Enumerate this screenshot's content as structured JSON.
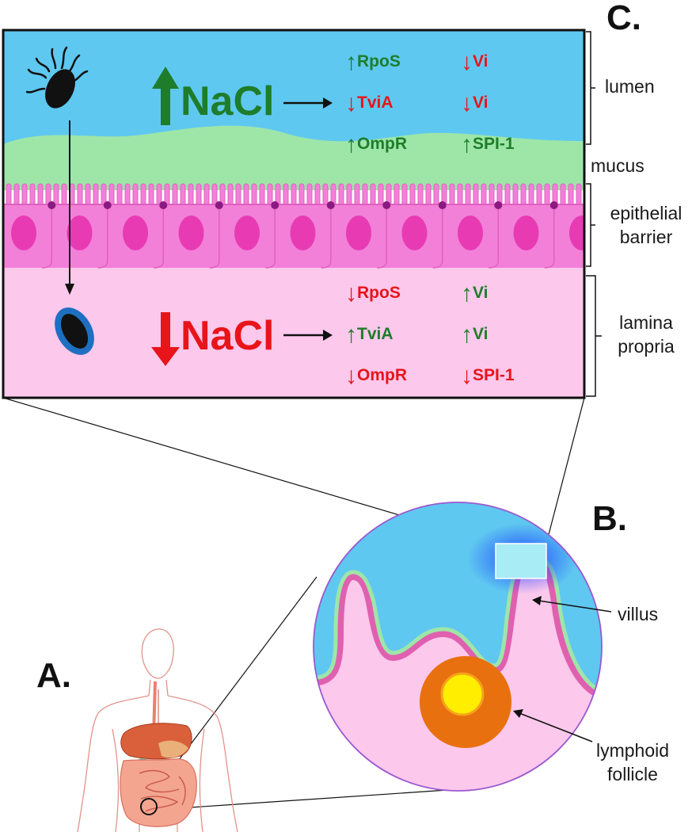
{
  "panels": {
    "a": "A.",
    "b": "B.",
    "c": "C."
  },
  "regions": {
    "lumen": "lumen",
    "mucus": "mucus",
    "epithelial_line1": "epithelial",
    "epithelial_line2": "barrier",
    "lamina_line1": "lamina",
    "lamina_line2": "propria"
  },
  "callouts": {
    "villus": "villus",
    "follicle_line1": "lymphoid",
    "follicle_line2": "follicle"
  },
  "high_salt": {
    "label": "NaCl",
    "direction": "up",
    "genes_left": [
      {
        "name": "RpoS",
        "direction": "up"
      },
      {
        "name": "TviA",
        "direction": "down"
      },
      {
        "name": "OmpR",
        "direction": "up"
      }
    ],
    "genes_right": [
      {
        "name": "Vi",
        "direction": "down"
      },
      {
        "name": "Vi",
        "direction": "down"
      },
      {
        "name": "SPI-1",
        "direction": "up"
      }
    ]
  },
  "low_salt": {
    "label": "NaCl",
    "direction": "down",
    "genes_left": [
      {
        "name": "RpoS",
        "direction": "down"
      },
      {
        "name": "TviA",
        "direction": "up"
      },
      {
        "name": "OmpR",
        "direction": "down"
      }
    ],
    "genes_right": [
      {
        "name": "Vi",
        "direction": "up"
      },
      {
        "name": "Vi",
        "direction": "up"
      },
      {
        "name": "SPI-1",
        "direction": "down"
      }
    ]
  },
  "colors": {
    "lumen": "#5fc8f0",
    "mucus": "#9ee6a8",
    "epithelium": "#f26fcf",
    "nucleus": "#e83bb3",
    "lamina": "#fcc8ec",
    "up": "#1e7d2a",
    "down": "#e8141a",
    "follicle_outer": "#e8700e",
    "follicle_inner": "#ffee00"
  }
}
